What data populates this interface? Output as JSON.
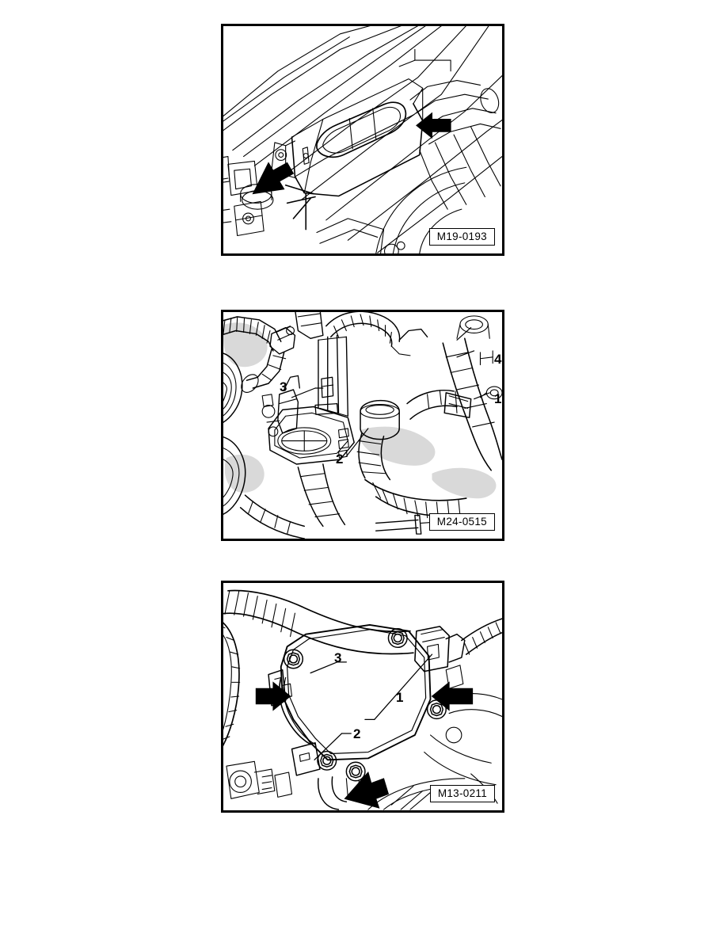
{
  "page": {
    "background_color": "#ffffff",
    "line_color": "#000000",
    "shade_color": "#d9d9d9",
    "type": "service-manual-illustration-page"
  },
  "figures": [
    {
      "id": "figure-1",
      "code": "M19-0193",
      "caption": "",
      "subject": "Air duct / intake snorkel removal in engine bay",
      "callouts": [],
      "arrows": [
        {
          "name": "arrow-upper-right",
          "direction": "left"
        },
        {
          "name": "arrow-lower-left",
          "direction": "up-right"
        }
      ]
    },
    {
      "id": "figure-2",
      "code": "M24-0515",
      "caption": "",
      "subject": "Engine compartment hose and connector locations",
      "callouts": [
        {
          "label": "1"
        },
        {
          "label": "2"
        },
        {
          "label": "3"
        },
        {
          "label": "4"
        }
      ],
      "arrows": []
    },
    {
      "id": "figure-3",
      "code": "M13-0211",
      "caption": "",
      "subject": "Housing cover with securing bolts and connector",
      "callouts": [
        {
          "label": "1"
        },
        {
          "label": "2"
        },
        {
          "label": "3"
        }
      ],
      "arrows": [
        {
          "name": "arrow-left",
          "direction": "right"
        },
        {
          "name": "arrow-right",
          "direction": "left"
        },
        {
          "name": "arrow-bottom",
          "direction": "up-right"
        }
      ]
    }
  ]
}
